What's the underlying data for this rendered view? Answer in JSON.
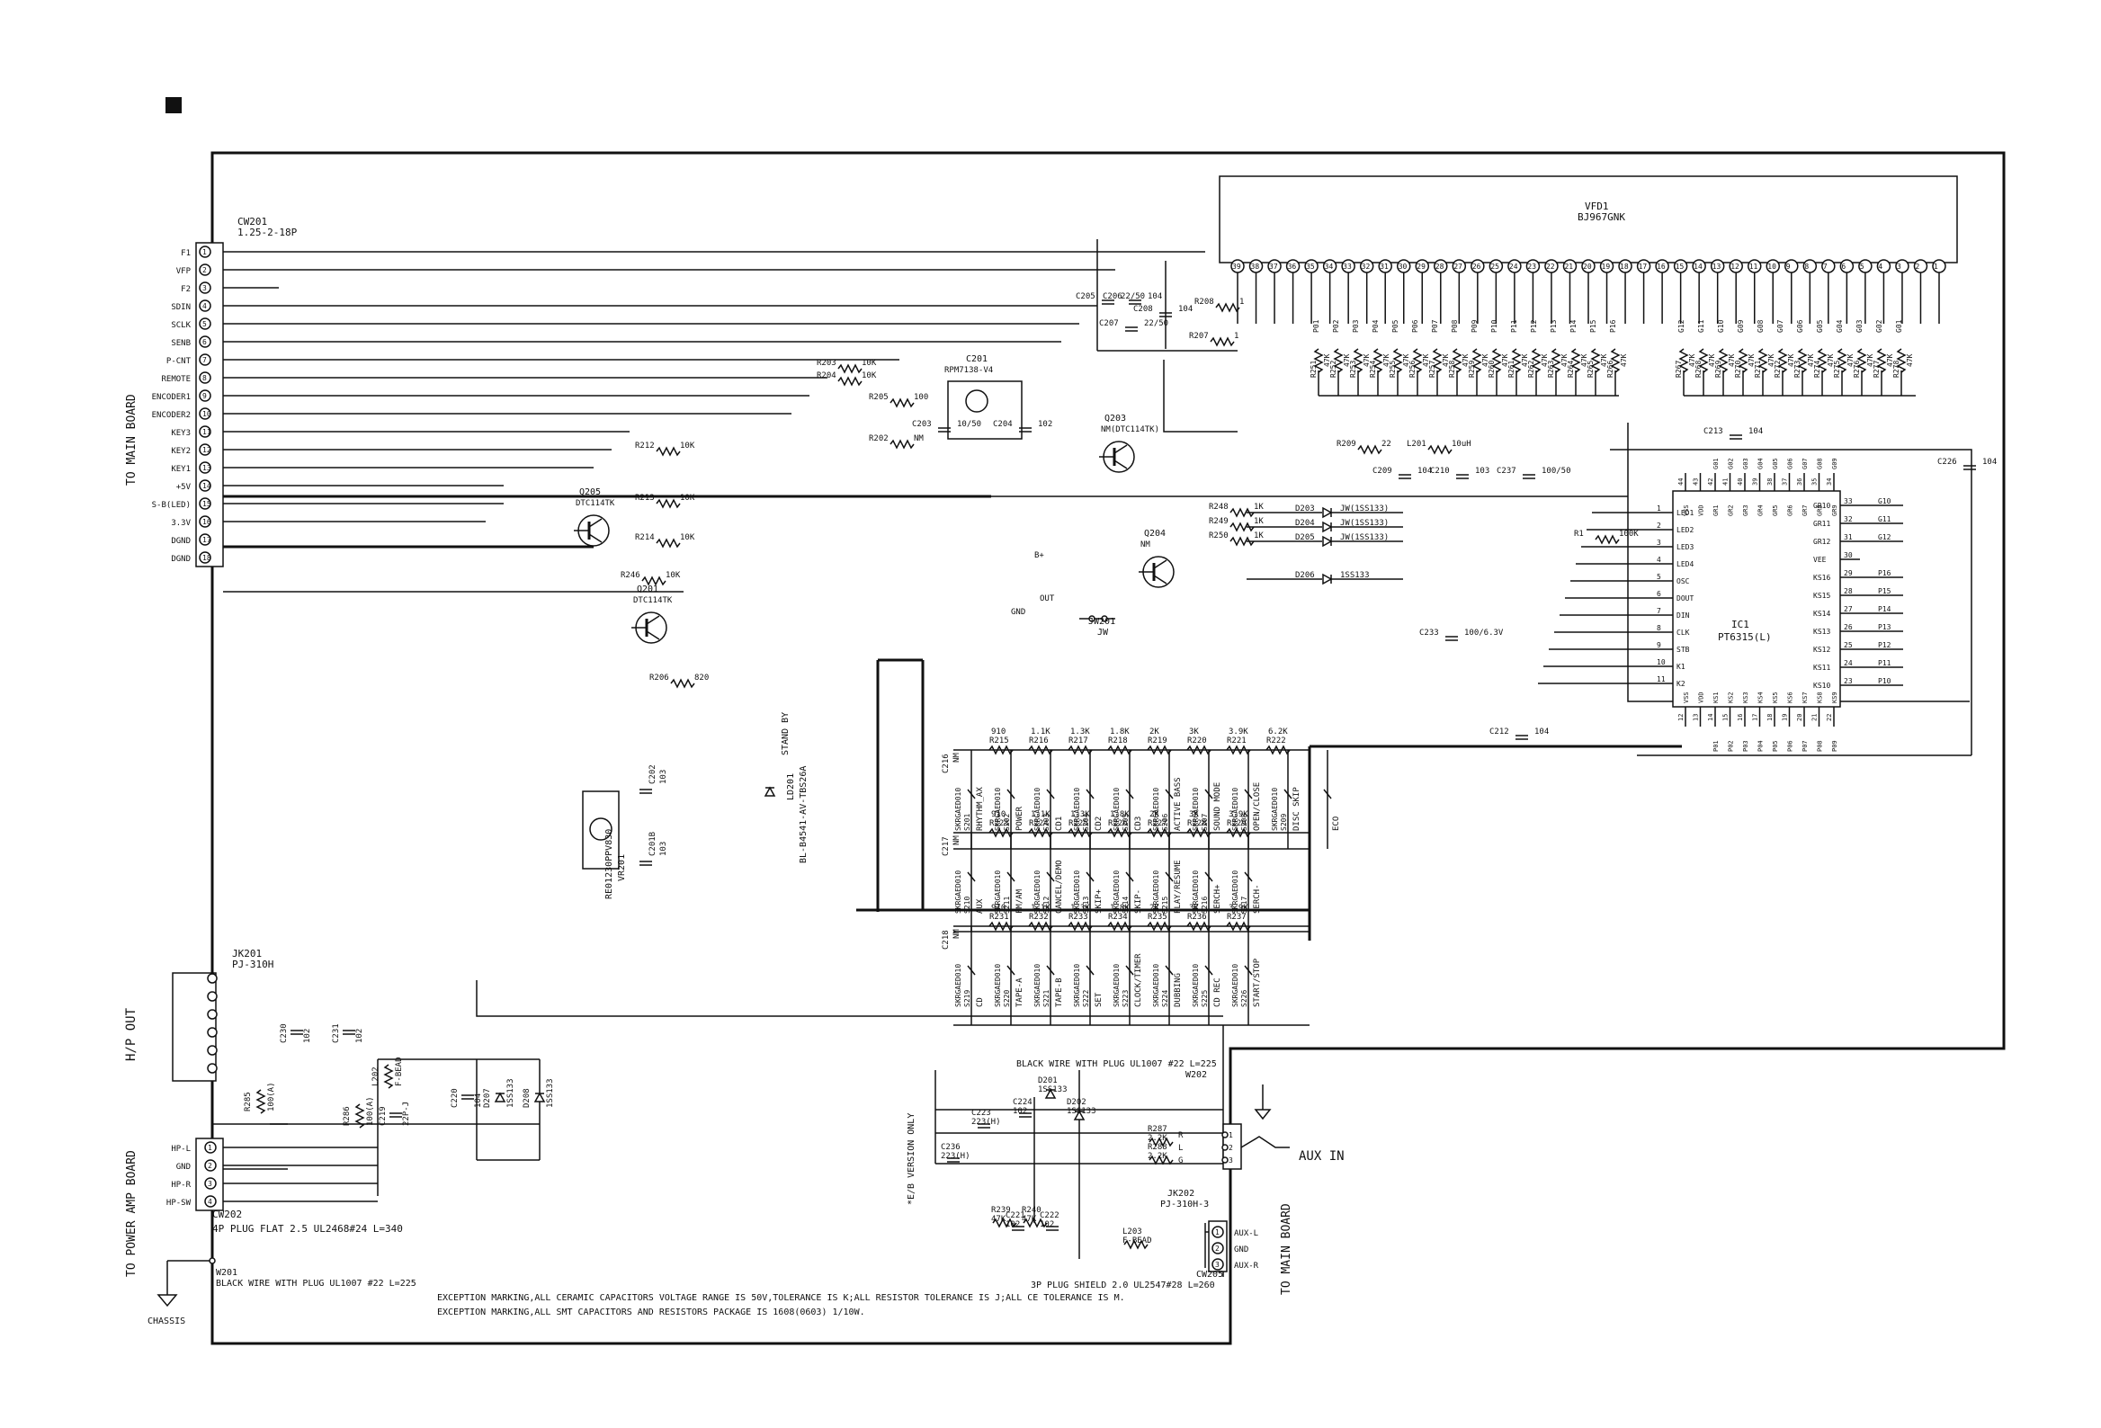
{
  "connector_main": {
    "ref": "CW201",
    "spec": "1.25-2-18P",
    "side_label": "TO MAIN BOARD",
    "pins": [
      "F1",
      "VFP",
      "F2",
      "SDIN",
      "SCLK",
      "SENB",
      "P-CNT",
      "REMOTE",
      "ENCODER1",
      "ENCODER2",
      "KEY3",
      "KEY2",
      "KEY1",
      "+5V",
      "S-B(LED)",
      "3.3V",
      "DGND",
      "DGND"
    ]
  },
  "vfd": {
    "ref": "VFD1",
    "part": "BJ967GNK",
    "pins": [
      "39",
      "38",
      "37",
      "36",
      "35",
      "34",
      "33",
      "32",
      "31",
      "30",
      "29",
      "28",
      "27",
      "26",
      "25",
      "24",
      "23",
      "22",
      "21",
      "20",
      "19",
      "18",
      "17",
      "16",
      "15",
      "14",
      "13",
      "12",
      "11",
      "10",
      "9",
      "8",
      "7",
      "6",
      "5",
      "4",
      "3",
      "2",
      "1"
    ],
    "grids": [
      "P01",
      "P02",
      "P03",
      "P04",
      "P05",
      "P06",
      "P07",
      "P08",
      "P09",
      "P10",
      "P11",
      "P12",
      "P13",
      "P14",
      "P15",
      "P16"
    ],
    "gates": [
      "G12",
      "G11",
      "G10",
      "G09",
      "G08",
      "G07",
      "G06",
      "G05",
      "G04",
      "G03",
      "G02",
      "G01"
    ]
  },
  "pulldown_labels": {
    "left": [
      "R251",
      "R252",
      "R253",
      "R254",
      "R255",
      "R256",
      "R257",
      "R258",
      "R259",
      "R260",
      "R261",
      "R262",
      "R263",
      "R264",
      "R265",
      "R266"
    ],
    "right": [
      "R267",
      "R268",
      "R269",
      "R270",
      "R271",
      "R272",
      "R273",
      "R274",
      "R275",
      "R276",
      "R277",
      "R278"
    ],
    "value": "47K"
  },
  "ic1": {
    "ref": "IC1",
    "part": "PT6315(L)",
    "left_pins": [
      {
        "n": "1",
        "name": "LED1"
      },
      {
        "n": "2",
        "name": "LED2"
      },
      {
        "n": "3",
        "name": "LED3"
      },
      {
        "n": "4",
        "name": "LED4"
      },
      {
        "n": "5",
        "name": "OSC"
      },
      {
        "n": "6",
        "name": "DOUT"
      },
      {
        "n": "7",
        "name": "DIN"
      },
      {
        "n": "8",
        "name": "CLK"
      },
      {
        "n": "9",
        "name": "STB"
      },
      {
        "n": "10",
        "name": "K1"
      },
      {
        "n": "11",
        "name": "K2"
      }
    ],
    "right_pins": [
      {
        "n": "33",
        "name": "GR10",
        "net": "G10"
      },
      {
        "n": "32",
        "name": "GR11",
        "net": "G11"
      },
      {
        "n": "31",
        "name": "GR12",
        "net": "G12"
      },
      {
        "n": "30",
        "name": "VEE",
        "net": ""
      },
      {
        "n": "29",
        "name": "KS16",
        "net": "P16"
      },
      {
        "n": "28",
        "name": "KS15",
        "net": "P15"
      },
      {
        "n": "27",
        "name": "KS14",
        "net": "P14"
      },
      {
        "n": "26",
        "name": "KS13",
        "net": "P13"
      },
      {
        "n": "25",
        "name": "KS12",
        "net": "P12"
      },
      {
        "n": "24",
        "name": "KS11",
        "net": "P11"
      },
      {
        "n": "23",
        "name": "KS10",
        "net": "P10"
      }
    ],
    "top_pins": [
      "44",
      "43",
      "42",
      "41",
      "40",
      "39",
      "38",
      "37",
      "36",
      "35",
      "34"
    ],
    "top_names": [
      "VSS",
      "VDD",
      "GR1",
      "GR2",
      "GR3",
      "GR4",
      "GR5",
      "GR6",
      "GR7",
      "GR8",
      "GR9"
    ],
    "top_nets": [
      "G01",
      "G02",
      "G03",
      "G04",
      "G05",
      "G06",
      "G07",
      "G08",
      "G09"
    ],
    "bottom_pins": [
      "12",
      "13",
      "14",
      "15",
      "16",
      "17",
      "18",
      "19",
      "20",
      "21",
      "22"
    ],
    "bottom_names": [
      "VSS",
      "VDD",
      "KS1",
      "KS2",
      "KS3",
      "KS4",
      "KS5",
      "KS6",
      "KS7",
      "KS8",
      "KS9"
    ],
    "bottom_nets": [
      "P01",
      "P02",
      "P03",
      "P04",
      "P05",
      "P06",
      "P07",
      "P08",
      "P09"
    ]
  },
  "parts_top": [
    {
      "ref": "C201",
      "value": "RPM7138-V4"
    },
    {
      "ref": "R203",
      "value": "10K"
    },
    {
      "ref": "R204",
      "value": "10K"
    },
    {
      "ref": "R205",
      "value": "100"
    },
    {
      "ref": "R202",
      "value": "NM"
    },
    {
      "ref": "C203",
      "value": "10/50"
    },
    {
      "ref": "C204",
      "value": "102"
    },
    {
      "ref": "C205",
      "value": "22/50"
    },
    {
      "ref": "C206",
      "value": "104"
    },
    {
      "ref": "C207",
      "value": "22/50"
    },
    {
      "ref": "C208",
      "value": "104"
    },
    {
      "ref": "R208",
      "value": "1"
    },
    {
      "ref": "R207",
      "value": "1"
    },
    {
      "ref": "R209",
      "value": "22"
    },
    {
      "ref": "L201",
      "value": "10uH"
    },
    {
      "ref": "C209",
      "value": "104"
    },
    {
      "ref": "C210",
      "value": "103"
    },
    {
      "ref": "C237",
      "value": "100/50"
    },
    {
      "ref": "C213",
      "value": "104"
    },
    {
      "ref": "C226",
      "value": "104"
    },
    {
      "ref": "R1",
      "value": "100K"
    },
    {
      "ref": "R212",
      "value": "10K"
    },
    {
      "ref": "R213",
      "value": "10K"
    },
    {
      "ref": "R214",
      "value": "10K"
    },
    {
      "ref": "R246",
      "value": "10K"
    },
    {
      "ref": "R206",
      "value": "820"
    },
    {
      "ref": "R248",
      "value": "1K"
    },
    {
      "ref": "R249",
      "value": "1K"
    },
    {
      "ref": "R250",
      "value": "1K"
    },
    {
      "ref": "C233",
      "value": "100/6.3V"
    },
    {
      "ref": "C212",
      "value": "104"
    }
  ],
  "transistors": [
    {
      "ref": "Q203",
      "part": "NM(DTC114TK)"
    },
    {
      "ref": "Q204",
      "part": "NM"
    },
    {
      "ref": "Q205",
      "part": "DTC114TK"
    },
    {
      "ref": "Q201",
      "part": "DTC114TK"
    }
  ],
  "diodes": [
    {
      "ref": "D203",
      "part": "JW(1SS133)"
    },
    {
      "ref": "D204",
      "part": "JW(1SS133)"
    },
    {
      "ref": "D205",
      "part": "JW(1SS133)"
    },
    {
      "ref": "D206",
      "part": "1SS133"
    }
  ],
  "jumper": {
    "ref": "JW201",
    "part": "JW"
  },
  "pins_labels": {
    "vcc": "B+",
    "out": "OUT",
    "gnd": "GND"
  },
  "encoder": {
    "ref": "VR201",
    "part": "RE01230PPV830"
  },
  "led": {
    "ref": "LD201",
    "part": "BL-B4541-AV-TBS26A",
    "label": "STAND BY"
  },
  "key_caps": [
    {
      "ref": "C216",
      "value": "NM"
    },
    {
      "ref": "C217",
      "value": "NM"
    },
    {
      "ref": "C218",
      "value": "NM"
    },
    {
      "ref": "C202",
      "value": "103"
    },
    {
      "ref": "C201B",
      "value": "103"
    }
  ],
  "key_rows": [
    {
      "resistors": [
        [
          "R215",
          "910"
        ],
        [
          "R216",
          "1.1K"
        ],
        [
          "R217",
          "1.3K"
        ],
        [
          "R218",
          "1.8K"
        ],
        [
          "R219",
          "2K"
        ],
        [
          "R220",
          "3K"
        ],
        [
          "R221",
          "3.9K"
        ],
        [
          "R222",
          "6.2K"
        ]
      ],
      "switches": [
        [
          "S201",
          "RHYTHM_AX"
        ],
        [
          "S202",
          "POWER"
        ],
        [
          "S203",
          "CD1"
        ],
        [
          "S204",
          "CD2"
        ],
        [
          "S205",
          "CD3"
        ],
        [
          "S206",
          "ACTIVE BASS"
        ],
        [
          "S207",
          "SOUND MODE"
        ],
        [
          "S208",
          "OPEN/CLOSE"
        ],
        [
          "S209",
          "DISC SKIP"
        ],
        [
          "",
          "ECO"
        ]
      ]
    },
    {
      "resistors": [
        [
          "R223",
          "910"
        ],
        [
          "R224",
          "1.1K"
        ],
        [
          "R225",
          "1.3K"
        ],
        [
          "R226",
          "1.8K"
        ],
        [
          "R227",
          "2K"
        ],
        [
          "R228",
          "3K"
        ],
        [
          "R229",
          "3.9K"
        ]
      ],
      "switches": [
        [
          "S210",
          "AUX"
        ],
        [
          "S211",
          "FM/AM"
        ],
        [
          "S212",
          "CANCEL/DEMO"
        ],
        [
          "S213",
          "SKIP+"
        ],
        [
          "S214",
          "SKIP-"
        ],
        [
          "S215",
          "PLAY/RESUME"
        ],
        [
          "S216",
          "SERCH+"
        ],
        [
          "S217",
          "SERCH-"
        ]
      ]
    },
    {
      "resistors": [
        [
          "R231",
          "910"
        ],
        [
          "R232",
          "1.1K"
        ],
        [
          "R233",
          "1.3K"
        ],
        [
          "R234",
          "1.8K"
        ],
        [
          "R235",
          "2K"
        ],
        [
          "R236",
          "3K"
        ],
        [
          "R237",
          "3.9K"
        ]
      ],
      "switches": [
        [
          "S219",
          "CD"
        ],
        [
          "S220",
          "TAPE-A"
        ],
        [
          "S221",
          "TAPE-B"
        ],
        [
          "S222",
          "SET"
        ],
        [
          "S223",
          "CLOCK/TIMER"
        ],
        [
          "S224",
          "DUBBING"
        ],
        [
          "S225",
          "CD REC"
        ],
        [
          "S226",
          "START/STOP"
        ]
      ]
    }
  ],
  "switch_part": "SKRGAED010",
  "headphone": {
    "jack": {
      "ref": "JK201",
      "part": "PJ-310H"
    },
    "label": "H/P OUT",
    "parts": [
      {
        "ref": "C230",
        "value": "102"
      },
      {
        "ref": "C231",
        "value": "102"
      },
      {
        "ref": "R285",
        "value": "100(A)"
      },
      {
        "ref": "R286",
        "value": "100(A)"
      },
      {
        "ref": "L202",
        "value": "F-BEAD"
      },
      {
        "ref": "C219",
        "value": "22P-J"
      },
      {
        "ref": "C220",
        "value": "104"
      },
      {
        "ref": "D207",
        "value": "1SS133"
      },
      {
        "ref": "D208",
        "value": "1SS133"
      }
    ],
    "connector": {
      "ref": "CW202",
      "pins": [
        "HP-L",
        "GND",
        "HP-R",
        "HP-SW"
      ],
      "spec": "4P PLUG FLAT 2.5 UL2468#24 L=340",
      "side_label": "TO POWER AMP BOARD"
    }
  },
  "aux": {
    "wire_top": {
      "ref": "W202",
      "note": "BLACK WIRE WITH PLUG UL1007 #22 L=225"
    },
    "parts": [
      {
        "ref": "D201",
        "value": "1SS133"
      },
      {
        "ref": "D202",
        "value": "1SS133"
      },
      {
        "ref": "C223",
        "value": "223(H)"
      },
      {
        "ref": "C224",
        "value": "102"
      },
      {
        "ref": "C236",
        "value": "223(H)"
      },
      {
        "ref": "R287",
        "value": "2.2K"
      },
      {
        "ref": "R288",
        "value": "2.2K"
      },
      {
        "ref": "R239",
        "value": "47K"
      },
      {
        "ref": "R240",
        "value": "47K"
      },
      {
        "ref": "C221",
        "value": "102"
      },
      {
        "ref": "C222",
        "value": "102"
      },
      {
        "ref": "L203",
        "value": "F-BEAD"
      }
    ],
    "version_note": "*E/B VERSION ONLY",
    "jack": {
      "ref": "JK202",
      "part": "PJ-310H-3",
      "label": "AUX IN",
      "pins": [
        "R",
        "L",
        "G"
      ]
    },
    "connector": {
      "ref": "CW205",
      "pins": [
        "AUX-L",
        "GND",
        "AUX-R"
      ],
      "spec": "3P PLUG SHIELD 2.0  UL2547#28 L=260",
      "side_label": "TO MAIN BOARD"
    }
  },
  "chassis": {
    "wire": {
      "ref": "W201",
      "note": "BLACK WIRE WITH PLUG UL1007 #22 L=225"
    },
    "label": "CHASSIS"
  },
  "notes": [
    "EXCEPTION MARKING,ALL CERAMIC CAPACITORS VOLTAGE RANGE IS 50V,TOLERANCE IS K;ALL RESISTOR TOLERANCE IS J;ALL CE TOLERANCE IS M.",
    "EXCEPTION MARKING,ALL SMT CAPACITORS AND RESISTORS PACKAGE IS 1608(0603) 1/10W."
  ]
}
